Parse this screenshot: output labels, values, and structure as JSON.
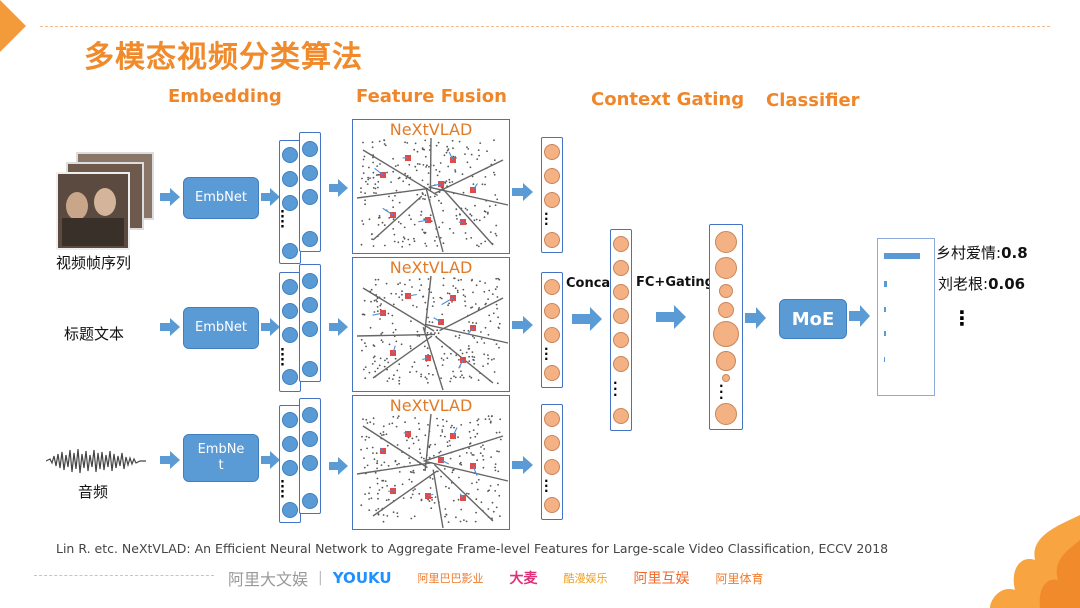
{
  "title": "多模态视频分类算法",
  "sections": {
    "embedding": "Embedding",
    "feature_fusion": "Feature Fusion",
    "context_gating": "Context Gating",
    "classifier": "Classifier"
  },
  "inputs": [
    "视频帧序列",
    "标题文本",
    "音频"
  ],
  "embnet": [
    "EmbNet",
    "EmbNet",
    "EmbNe\nt"
  ],
  "nextvlad": [
    "NeXtVLAD",
    "NeXtVLAD",
    "NeXtVLAD"
  ],
  "concat": "Concat",
  "fc_gating": "FC+Gating",
  "moe": "MoE",
  "results": [
    {
      "label": "乡村爱情:",
      "score": "0.8"
    },
    {
      "label": "刘老根:",
      "score": "0.06"
    }
  ],
  "result_ellipsis": "⋮",
  "citation": "Lin R. etc. NeXtVLAD: An Efficient Neural Network to Aggregate Frame-level Features for Large-scale Video Classification, ECCV 2018",
  "footer_logos": [
    "阿里大文娱",
    "|",
    "YOUKU",
    "阿里巴巴影业",
    "大麦",
    "酷漫娱乐",
    "阿里互娱",
    "阿里体育"
  ],
  "colors": {
    "accent": "#f08a2a",
    "blue": "#5b9bd5",
    "orange_node": "#f4b183"
  }
}
